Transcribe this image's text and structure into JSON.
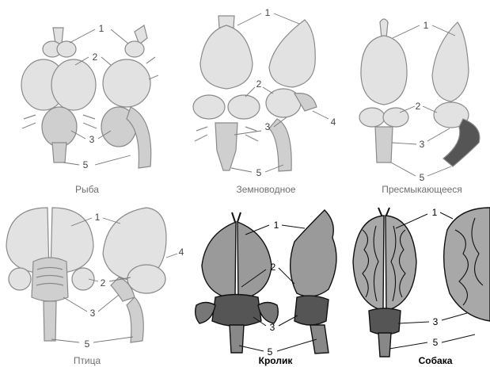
{
  "panels": [
    {
      "caption": "Рыба"
    },
    {
      "caption": "Земноводное"
    },
    {
      "caption": "Пресмыкающееся"
    },
    {
      "caption": "Птица"
    },
    {
      "caption": "Кролик"
    },
    {
      "caption": "Собака"
    }
  ],
  "part_numbers": {
    "n1": "1",
    "n2": "2",
    "n3": "3",
    "n4": "4",
    "n5": "5"
  },
  "colors": {
    "fill_light": "#e2e2e2",
    "fill_mid": "#cfcfcf",
    "stroke_light": "#8a8a8a",
    "fill_dark": "#9a9a9a",
    "stroke_dark": "#111111"
  }
}
